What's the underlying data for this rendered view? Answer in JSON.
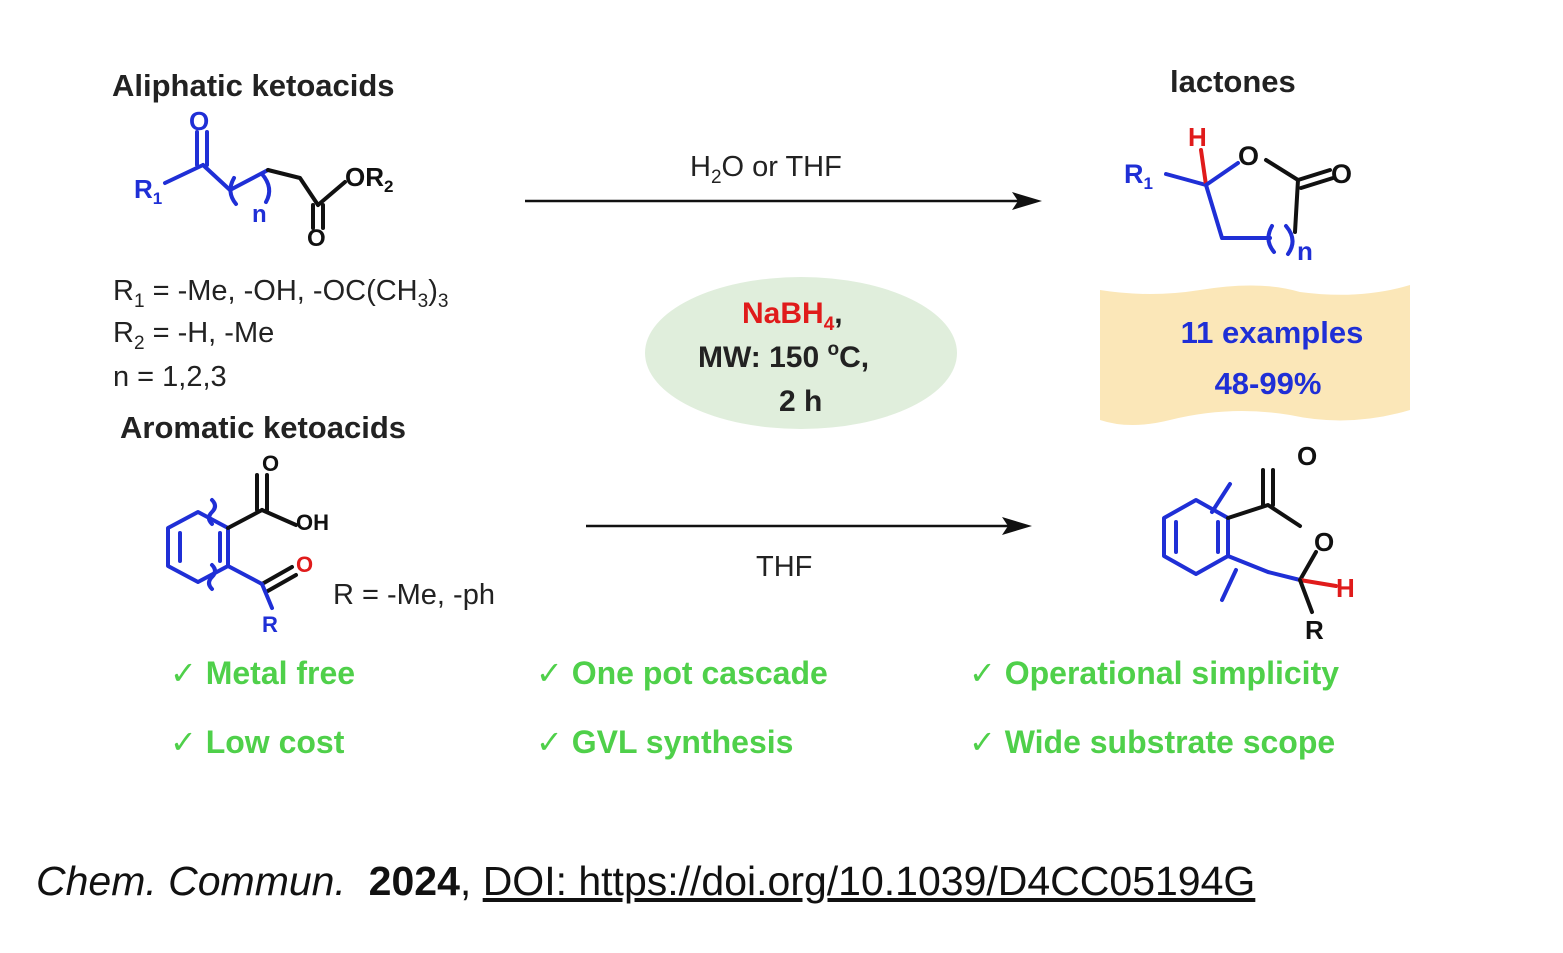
{
  "scheme": {
    "aliphatic_title": "Aliphatic ketoacids",
    "aromatic_title": "Aromatic ketoacids",
    "product_title": "lactones",
    "atoms": {
      "O": "O",
      "OR": "OR",
      "R2_sub": "2",
      "R1": "R",
      "R1_sub": "1",
      "n": "n",
      "OH": "OH",
      "R": "R",
      "H": "H"
    },
    "aliphatic_r1_line": {
      "prefix": "R",
      "sub": "1",
      "text": " = -Me, -OH, -OC(CH",
      "sub2": "3",
      "end": ")",
      "sub3": "3"
    },
    "aliphatic_r2_line": {
      "prefix": "R",
      "sub": "2",
      "text": " = -H, -Me"
    },
    "aliphatic_n_line": "n = 1,2,3",
    "aromatic_r_line": "R = -Me, -ph",
    "top_arrow": {
      "prefix": "H",
      "sub": "2",
      "text": "O or THF"
    },
    "bottom_arrow": "THF",
    "conditions": {
      "reagent": "NaBH",
      "reagent_sub": "4",
      "reagent_suffix": ",",
      "mw_prefix": "MW: 150 ",
      "deg": "o",
      "mw_suffix": "C,",
      "time": "2 h"
    },
    "yield_box": {
      "line1": "11 examples",
      "line2": "48-99%"
    },
    "features": [
      "✓ Metal free",
      "✓ One pot cascade",
      "✓ Operational simplicity",
      "✓ Low cost",
      "✓ GVL synthesis",
      "✓ Wide substrate scope"
    ],
    "colors": {
      "blue": "#1f2fd6",
      "red": "#e01b1b",
      "green": "#4fd04a",
      "ellipse": "#e0eedc",
      "banner": "#fbe7b8"
    }
  },
  "citation": {
    "journal": "Chem. Commun.",
    "year": "2024",
    "sep": ", ",
    "doi": "DOI:  https://doi.org/10.1039/D4CC05194G"
  }
}
